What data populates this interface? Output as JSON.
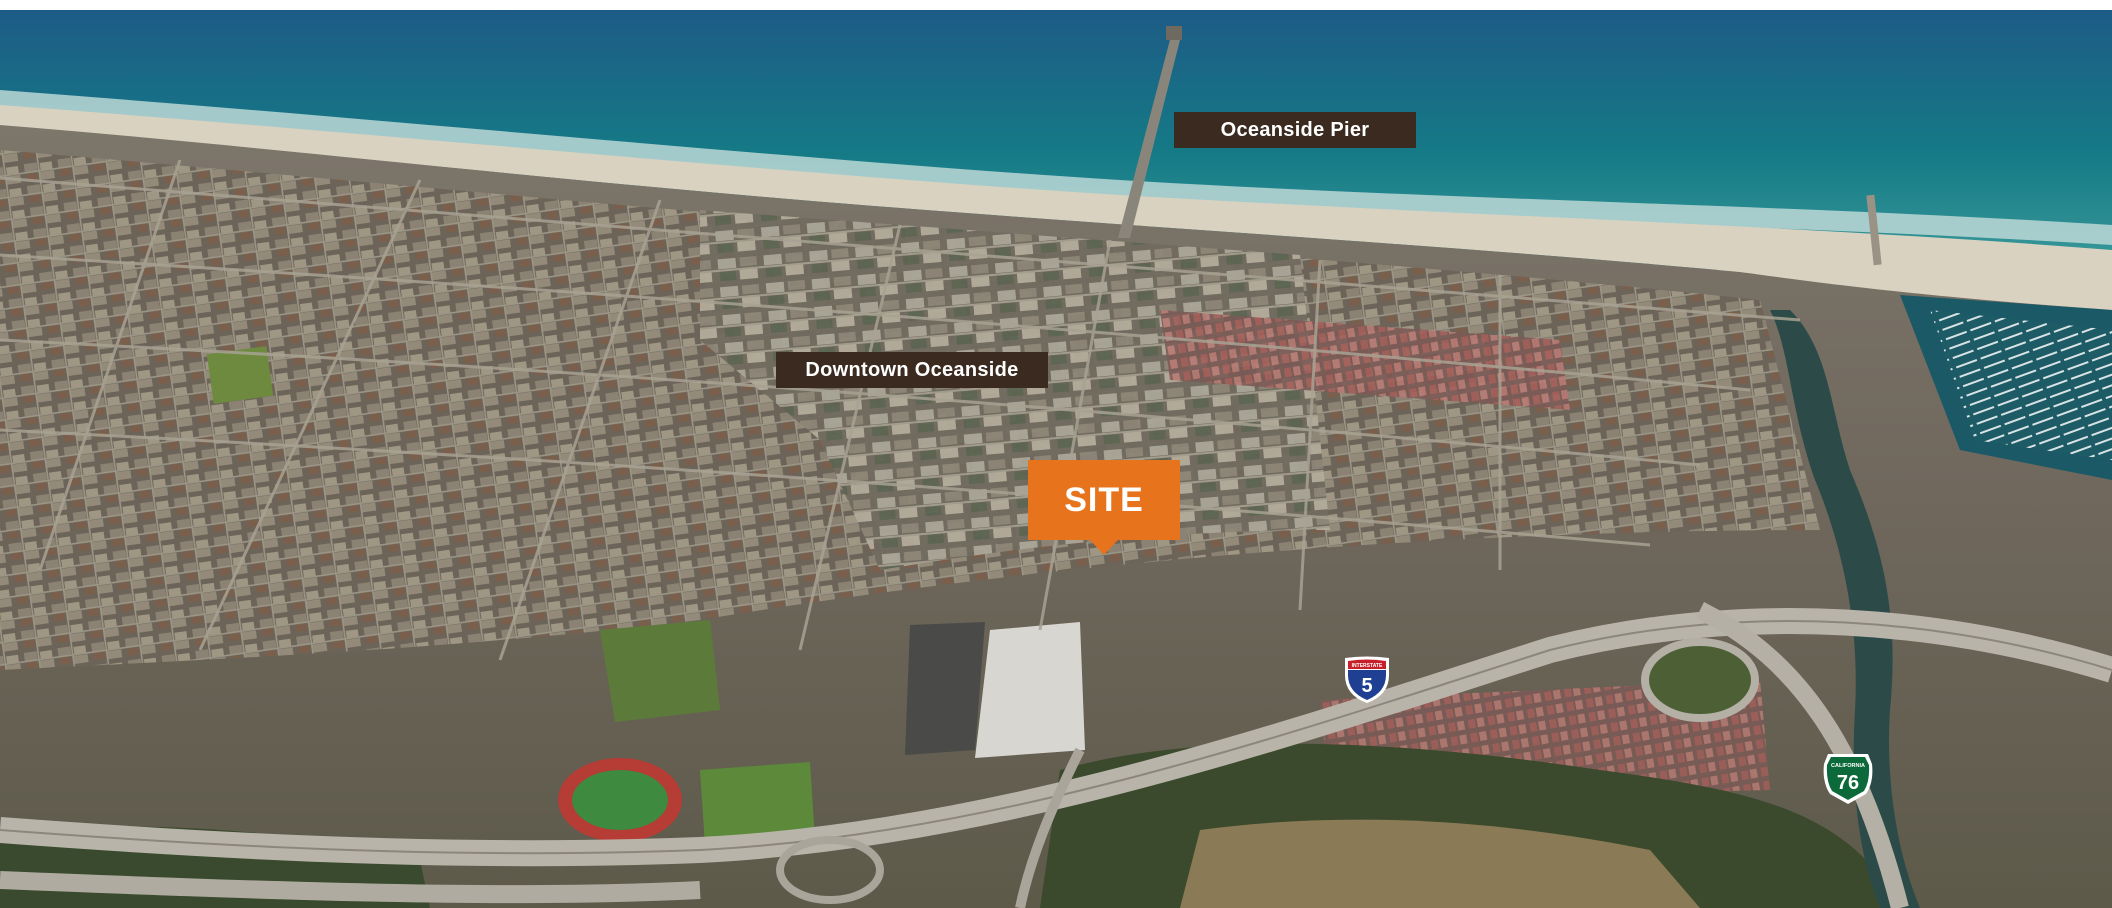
{
  "labels": {
    "pier": "Oceanside Pier",
    "downtown": "Downtown Oceanside",
    "site": "SITE"
  },
  "shields": {
    "interstate": {
      "top_text": "INTERSTATE",
      "number": "5"
    },
    "state_route": {
      "top_text": "CALIFORNIA",
      "number": "76"
    }
  },
  "colors": {
    "label_bg": "#3a2a1f",
    "site_bg": "#e8731d",
    "ocean": "#0f5f7a",
    "interstate_blue": "#1f3f93",
    "interstate_red": "#c8202a",
    "state_green": "#0c6a3a"
  }
}
